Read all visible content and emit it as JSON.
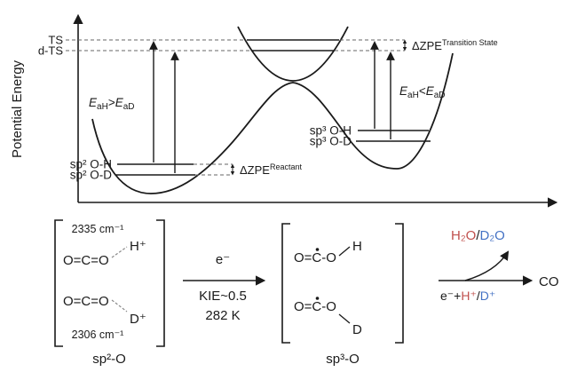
{
  "colors": {
    "red": "#c0504d",
    "blue": "#4472c4",
    "black": "#1a1a1a"
  },
  "axis": {
    "y_label": "Potential Energy"
  },
  "diagram": {
    "ts_label": "TS",
    "dts_label": "d-TS",
    "zpe_ts": {
      "base": "ΔZPE",
      "sup": "Transition State"
    },
    "zpe_reactant": {
      "base": "ΔZPE",
      "sup": "Reactant"
    },
    "left_levels": {
      "oh": "sp² O-H",
      "od": "sp² O-D"
    },
    "right_levels": {
      "oh": "sp³ O-H",
      "od": "sp³ O-D"
    },
    "ea_left": {
      "e1": "E",
      "s1": "aH",
      "op": ">",
      "e2": "E",
      "s2": "aD"
    },
    "ea_right": {
      "e1": "E",
      "s1": "aH",
      "op": "<",
      "e2": "E",
      "s2": "aD"
    }
  },
  "scheme": {
    "reactant": {
      "freq_h": "2335 cm⁻¹",
      "mol_h": "O=C=O",
      "h_ion": "H⁺",
      "mol_d": "O=C=O",
      "d_ion": "D⁺",
      "freq_d": "2306 cm⁻¹",
      "label": "sp²-O"
    },
    "step1": {
      "electron": "e⁻",
      "kie": "KIE~0.5",
      "temp": "282 K"
    },
    "intermediate": {
      "mol_h": "O=C-O",
      "h": "H",
      "mol_d": "O=C-O",
      "d": "D",
      "label": "sp³-O"
    },
    "step2": {
      "water_h": "H₂O",
      "slash": "/",
      "water_d": "D₂O",
      "electron": "e⁻+",
      "h_ion": "H⁺",
      "slash2": "/",
      "d_ion": "D⁺",
      "product": "CO"
    }
  }
}
